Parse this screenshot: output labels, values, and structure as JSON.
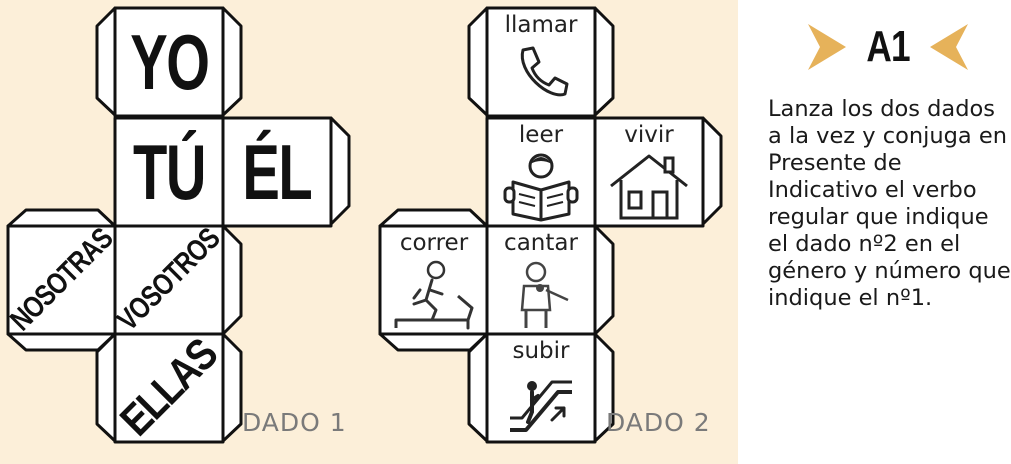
{
  "dice": [
    {
      "label": "DADO 1",
      "faces": [
        "YO",
        "TÚ",
        "ÉL",
        "NOSOTRAS",
        "VOSOTROS",
        "ELLAS"
      ]
    },
    {
      "label": "DADO 2",
      "faces": [
        {
          "verb": "llamar",
          "icon": "phone-icon"
        },
        {
          "verb": "leer",
          "icon": "reading-person-icon"
        },
        {
          "verb": "vivir",
          "icon": "house-icon"
        },
        {
          "verb": "correr",
          "icon": "treadmill-runner-icon"
        },
        {
          "verb": "cantar",
          "icon": "singer-icon"
        },
        {
          "verb": "subir",
          "icon": "escalator-icon"
        }
      ]
    }
  ],
  "level": "A1",
  "instructions": "Lanza los dos dados a la vez y conjuga en Presente de Indicativo el verbo regular que indique el dado nº2 en el género y número que indique el nº1.",
  "colors": {
    "background": "#fcefd9",
    "accent": "#e6b25a",
    "text": "#1a1a1a"
  }
}
